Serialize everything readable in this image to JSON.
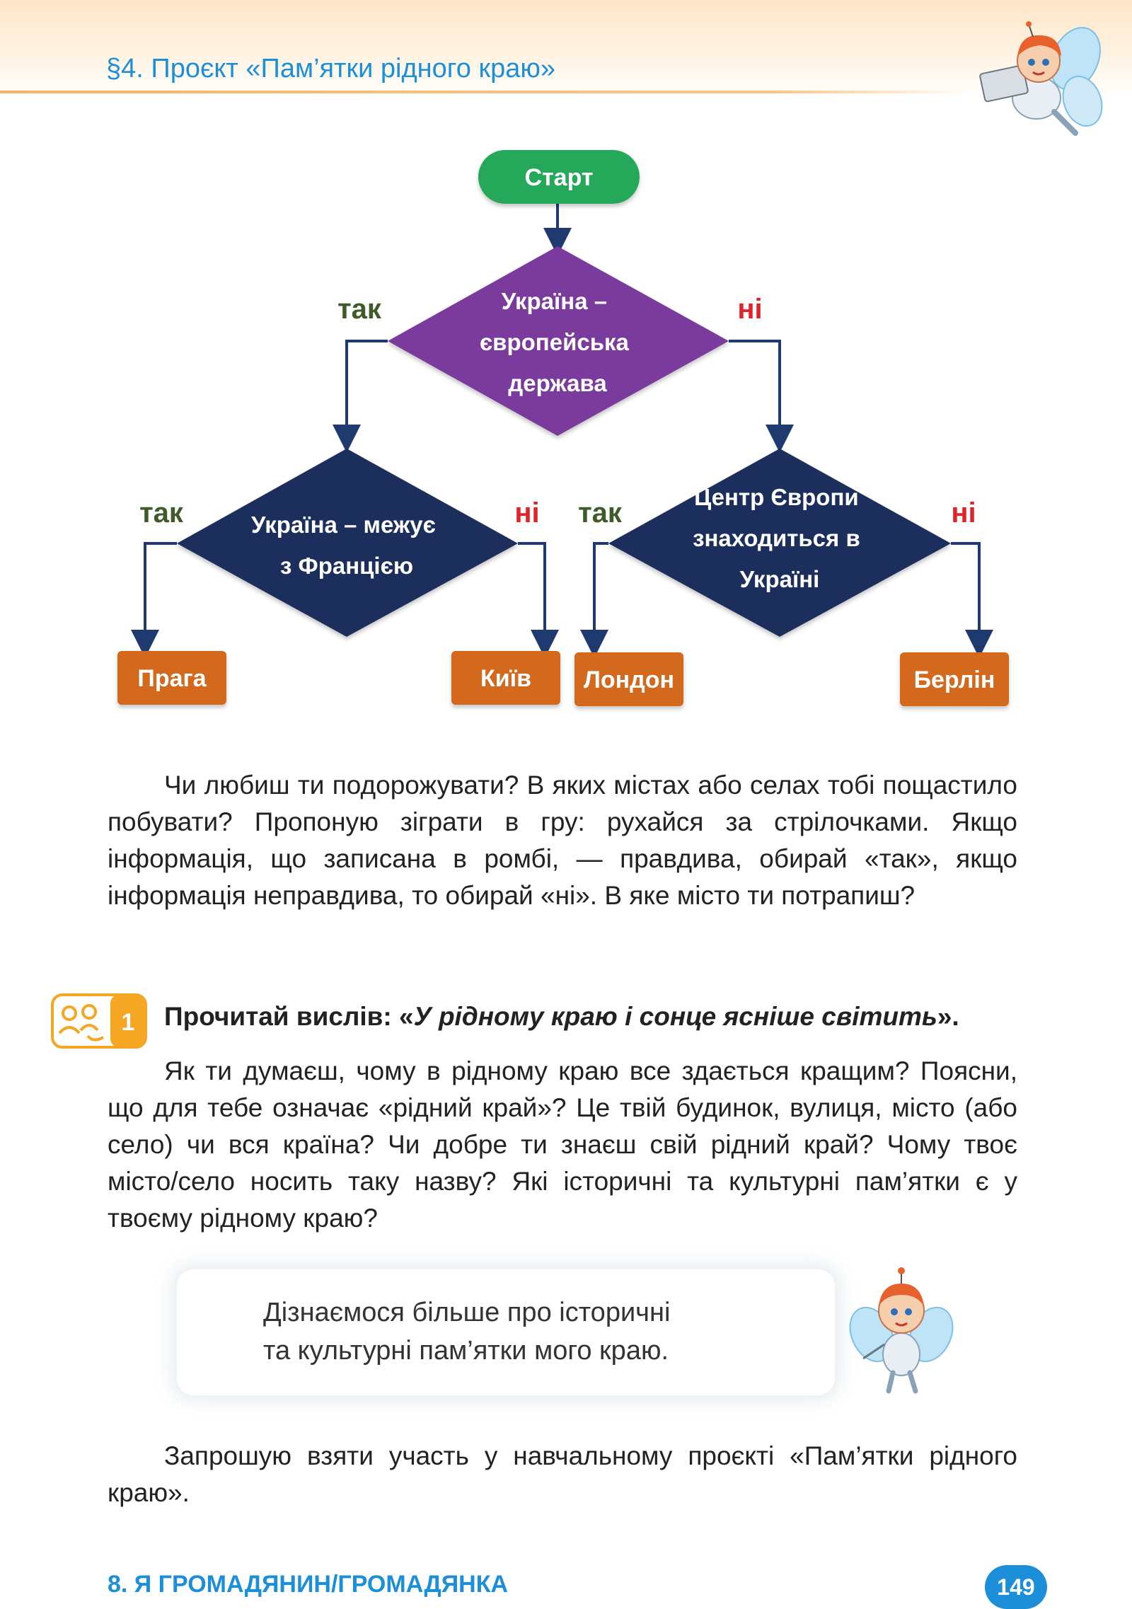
{
  "header": {
    "section_title": "§4. Проєкт «Пам’ятки рідного краю»",
    "accent_color": "#1d8fd8"
  },
  "flowchart": {
    "start": "Старт",
    "q1": [
      "Україна –",
      "європейська",
      "держава"
    ],
    "q2": [
      "Україна – межує",
      "з Францією"
    ],
    "q3": [
      "Центр Європи",
      "знаходиться в",
      "Україні"
    ],
    "yes": "так",
    "no": "ні",
    "outcomes": {
      "a": "Прага",
      "b": "Київ",
      "c": "Лондон",
      "d": "Берлін"
    },
    "colors": {
      "start": "#27a85a",
      "q1": "#7a3b9c",
      "q2": "#1f2d5c",
      "q3": "#1f2d5c",
      "outcome": "#d2691e",
      "arrow": "#1f3a6e"
    }
  },
  "intro_paragraph": "Чи любиш ти подорожувати? В яких містах або селах тобі пощастило побувати? Пропоную зіграти в гру: рухайся за стрілочками. Якщо інформація, що записана в ромбі, — правдива, обирай «так», якщо інформація неправдива, то обирай «ні». В яке місто ти потрапиш?",
  "task": {
    "number": "1",
    "icon": "group-discussion-icon",
    "lead": "Прочитай вислів: «",
    "quote": "У рідному краю і сонце ясніше світить",
    "tail": "».",
    "text": "Як ти думаєш, чому в рідному краю все здається кращим? Поясни, що для тебе означає «рідний край»? Це твій будинок, вулиця, місто (або село) чи вся країна? Чи добре ти знаєш свій рідний край? Чому твоє місто/село носить таку назву? Які історичні та культурні пам’ятки є у твоєму рідному краю?"
  },
  "callout": {
    "line1": "Дізнаємося більше про історичні",
    "line2": "та культурні пам’ятки мого краю."
  },
  "invite_paragraph": "Запрошую взяти участь у навчальному проєкті «Пам’ятки рідного краю».",
  "footer": {
    "section": "8. Я ГРОМАДЯНИН/ГРОМАДЯНКА",
    "page_number": "149"
  }
}
